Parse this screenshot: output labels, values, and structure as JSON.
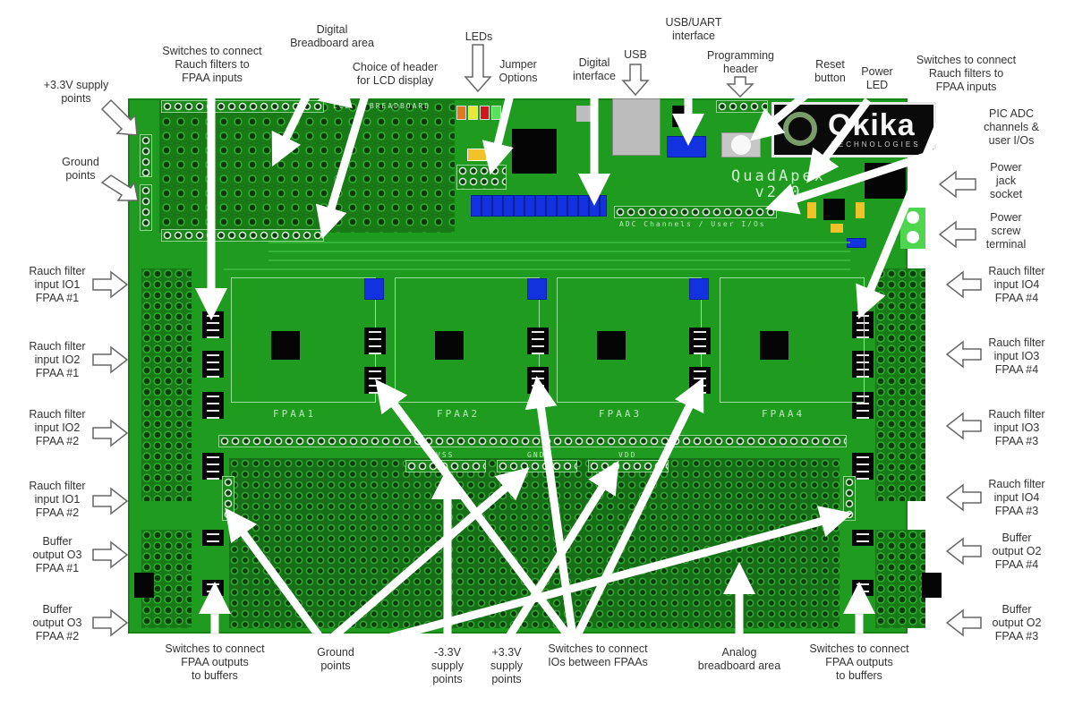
{
  "board": {
    "name": "QuadApex",
    "version": "v2.0",
    "brand": "Okika",
    "brand_sub": "TECHNOLOGIES",
    "silkscreen": {
      "lcd_header": "LCD / BREADBOARD",
      "adc_header": "ADC Channels / User I/Os",
      "fpaa_blocks": [
        "FPAA1",
        "FPAA2",
        "FPAA3",
        "FPAA4"
      ],
      "supply_headers": [
        "VSS",
        "GND",
        "VDD"
      ]
    },
    "colors": {
      "board_green": "#1f9b1f",
      "jumper_blue": "#1232e0",
      "chip_black": "#050505",
      "led_orange": "#e07a1a",
      "led_yellow": "#e8e83a",
      "led_red": "#d01818",
      "led_green": "#5ae05a",
      "capacitor_yellow": "#f2c22a"
    }
  },
  "annotations": {
    "top": [
      {
        "id": "rauch-switches-left",
        "text": "Switches to connect\nRauch filters to\nFPAA inputs"
      },
      {
        "id": "digital-breadboard",
        "text": "Digital\nBreadboard area"
      },
      {
        "id": "lcd-header",
        "text": "Choice of header\nfor LCD display"
      },
      {
        "id": "leds",
        "text": "LEDs"
      },
      {
        "id": "jumper-options",
        "text": "Jumper\nOptions"
      },
      {
        "id": "digital-interface",
        "text": "Digital\ninterface"
      },
      {
        "id": "usb",
        "text": "USB"
      },
      {
        "id": "usb-uart",
        "text": "USB/UART\ninterface"
      },
      {
        "id": "programming-header",
        "text": "Programming\nheader"
      },
      {
        "id": "reset-button",
        "text": "Reset\nbutton"
      },
      {
        "id": "power-led",
        "text": "Power\nLED"
      },
      {
        "id": "rauch-switches-right",
        "text": "Switches to connect\nRauch filters to\nFPAA inputs"
      }
    ],
    "left": [
      {
        "id": "plus-3v3-supply-left",
        "text": "+3.3V supply\npoints"
      },
      {
        "id": "ground-points-left",
        "text": "Ground\npoints"
      },
      {
        "id": "rauch-io1-fpaa1",
        "text": "Rauch filter\ninput IO1\nFPAA #1"
      },
      {
        "id": "rauch-io2-fpaa1",
        "text": "Rauch filter\ninput IO2\nFPAA #1"
      },
      {
        "id": "rauch-io2-fpaa2",
        "text": "Rauch filter\ninput IO2\nFPAA #2"
      },
      {
        "id": "rauch-io1-fpaa2",
        "text": "Rauch filter\ninput IO1\nFPAA #2"
      },
      {
        "id": "buffer-o3-fpaa1",
        "text": "Buffer\noutput O3\nFPAA #1"
      },
      {
        "id": "buffer-o3-fpaa2",
        "text": "Buffer\noutput O3\nFPAA #2"
      }
    ],
    "right": [
      {
        "id": "pic-adc",
        "text": "PIC ADC\nchannels &\nuser I/Os"
      },
      {
        "id": "power-jack",
        "text": "Power\njack\nsocket"
      },
      {
        "id": "power-screw",
        "text": "Power\nscrew\nterminal"
      },
      {
        "id": "rauch-io4-fpaa4",
        "text": "Rauch filter\ninput IO4\nFPAA #4"
      },
      {
        "id": "rauch-io3-fpaa4",
        "text": "Rauch filter\ninput IO3\nFPAA #4"
      },
      {
        "id": "rauch-io3-fpaa3",
        "text": "Rauch filter\ninput IO3\nFPAA #3"
      },
      {
        "id": "rauch-io4-fpaa3",
        "text": "Rauch filter\ninput IO4\nFPAA #3"
      },
      {
        "id": "buffer-o2-fpaa4",
        "text": "Buffer\noutput O2\nFPAA #4"
      },
      {
        "id": "buffer-o2-fpaa3",
        "text": "Buffer\noutput O2\nFPAA #3"
      }
    ],
    "bottom": [
      {
        "id": "buffer-switches-left",
        "text": "Switches to connect\nFPAA outputs\nto buffers"
      },
      {
        "id": "ground-points-bottom",
        "text": "Ground\npoints"
      },
      {
        "id": "minus-3v3-supply",
        "text": "-3.3V\nsupply\npoints"
      },
      {
        "id": "plus-3v3-supply-bottom",
        "text": "+3.3V\nsupply\npoints"
      },
      {
        "id": "io-switches",
        "text": "Switches to connect\nIOs between FPAAs"
      },
      {
        "id": "analog-breadboard",
        "text": "Analog\nbreadboard area"
      },
      {
        "id": "buffer-switches-right",
        "text": "Switches to connect\nFPAA outputs\nto buffers"
      }
    ]
  }
}
